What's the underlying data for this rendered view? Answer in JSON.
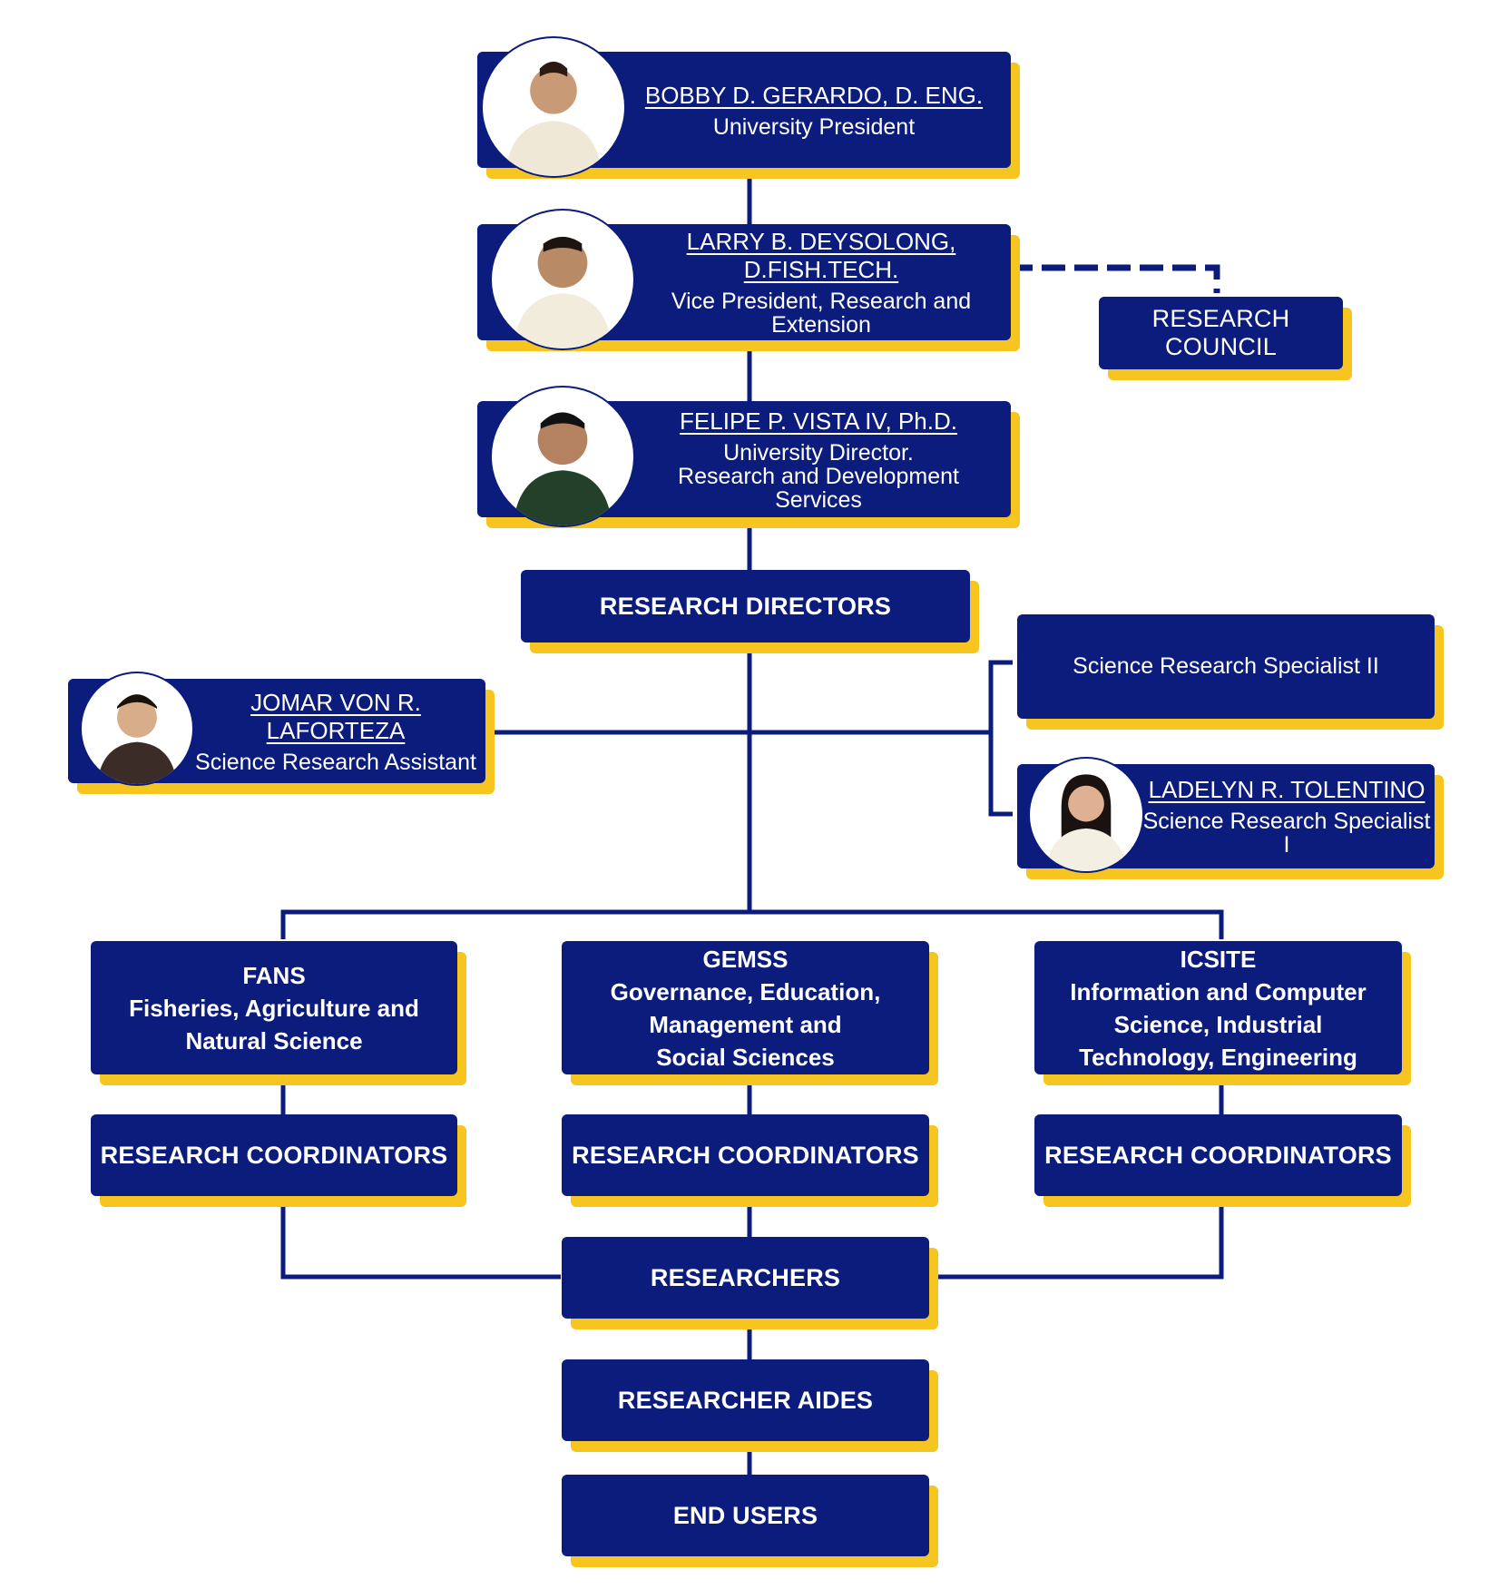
{
  "president": {
    "name": "BOBBY D. GERARDO, D. ENG.",
    "role": "University President"
  },
  "vice_president": {
    "name": "LARRY B. DEYSOLONG, D.FISH.TECH.",
    "role": "Vice President, Research and Extension"
  },
  "research_council": {
    "label": "RESEARCH COUNCIL"
  },
  "director": {
    "name": "FELIPE P. VISTA IV, Ph.D.",
    "role_line1": "University Director.",
    "role_line2": "Research and Development Services"
  },
  "research_directors": {
    "label": "RESEARCH DIRECTORS"
  },
  "assistant": {
    "name": "JOMAR VON R. LAFORTEZA",
    "role": "Science Research Assistant"
  },
  "specialist2": {
    "label": "Science Research Specialist II"
  },
  "specialist1": {
    "name": "LADELYN R. TOLENTINO",
    "role": "Science Research Specialist I"
  },
  "fans": {
    "line1": "FANS",
    "line2": "Fisheries, Agriculture and",
    "line3": "Natural Science"
  },
  "gemss": {
    "line1": "GEMSS",
    "line2": "Governance, Education,",
    "line3": "Management and",
    "line4": "Social Sciences"
  },
  "icsite": {
    "line1": "ICSITE",
    "line2": "Information and Computer",
    "line3": "Science, Industrial",
    "line4": "Technology, Engineering"
  },
  "coordinators": {
    "label": "RESEARCH COORDINATORS"
  },
  "researchers": {
    "label": "RESEARCHERS"
  },
  "researcher_aides": {
    "label": "RESEARCHER AIDES"
  },
  "end_users": {
    "label": "END USERS"
  },
  "colors": {
    "box_fill": "#0c1c7c",
    "shadow": "#f7c520",
    "line": "#0c1c7c",
    "text": "#ffffff"
  }
}
